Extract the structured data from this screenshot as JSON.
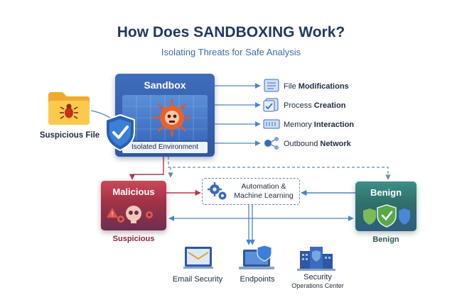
{
  "header": {
    "title_prefix": "How Does ",
    "title_strong": "SANDBOXING",
    "title_suffix": " Work?",
    "subtitle": "Isolating Threats for Safe Analysis"
  },
  "input": {
    "label": "Suspicious File"
  },
  "sandbox": {
    "title": "Sandbox",
    "footer": "Isolated Environment"
  },
  "behaviors": [
    {
      "plain": "File ",
      "bold": "Modifications",
      "icon": "document-lines-icon"
    },
    {
      "plain": "Process ",
      "bold": "Creation",
      "icon": "process-check-icon"
    },
    {
      "plain": "Memory ",
      "bold": "Interaction",
      "icon": "memory-icon"
    },
    {
      "plain": "Outbound ",
      "bold": "Network",
      "icon": "network-nodes-icon"
    }
  ],
  "automation": {
    "line1": "Automation &",
    "line2": "Machine Learning"
  },
  "verdicts": {
    "malicious": {
      "title": "Malicious",
      "caption": "Suspicious"
    },
    "benign": {
      "title": "Benign",
      "caption": "Benign"
    }
  },
  "destinations": [
    {
      "label": "Email Security",
      "icon": "email-icon"
    },
    {
      "label": "Endpoints",
      "icon": "laptop-shield-icon"
    },
    {
      "label": "Security",
      "sublabel": "Operations Center",
      "icon": "soc-building-icon"
    }
  ],
  "colors": {
    "title": "#1e3a66",
    "accent_blue": "#3c6bbd",
    "connector": "#4a86c9",
    "malicious": "#a33346",
    "benign": "#2e6f6b",
    "threat": "#d9462b"
  }
}
